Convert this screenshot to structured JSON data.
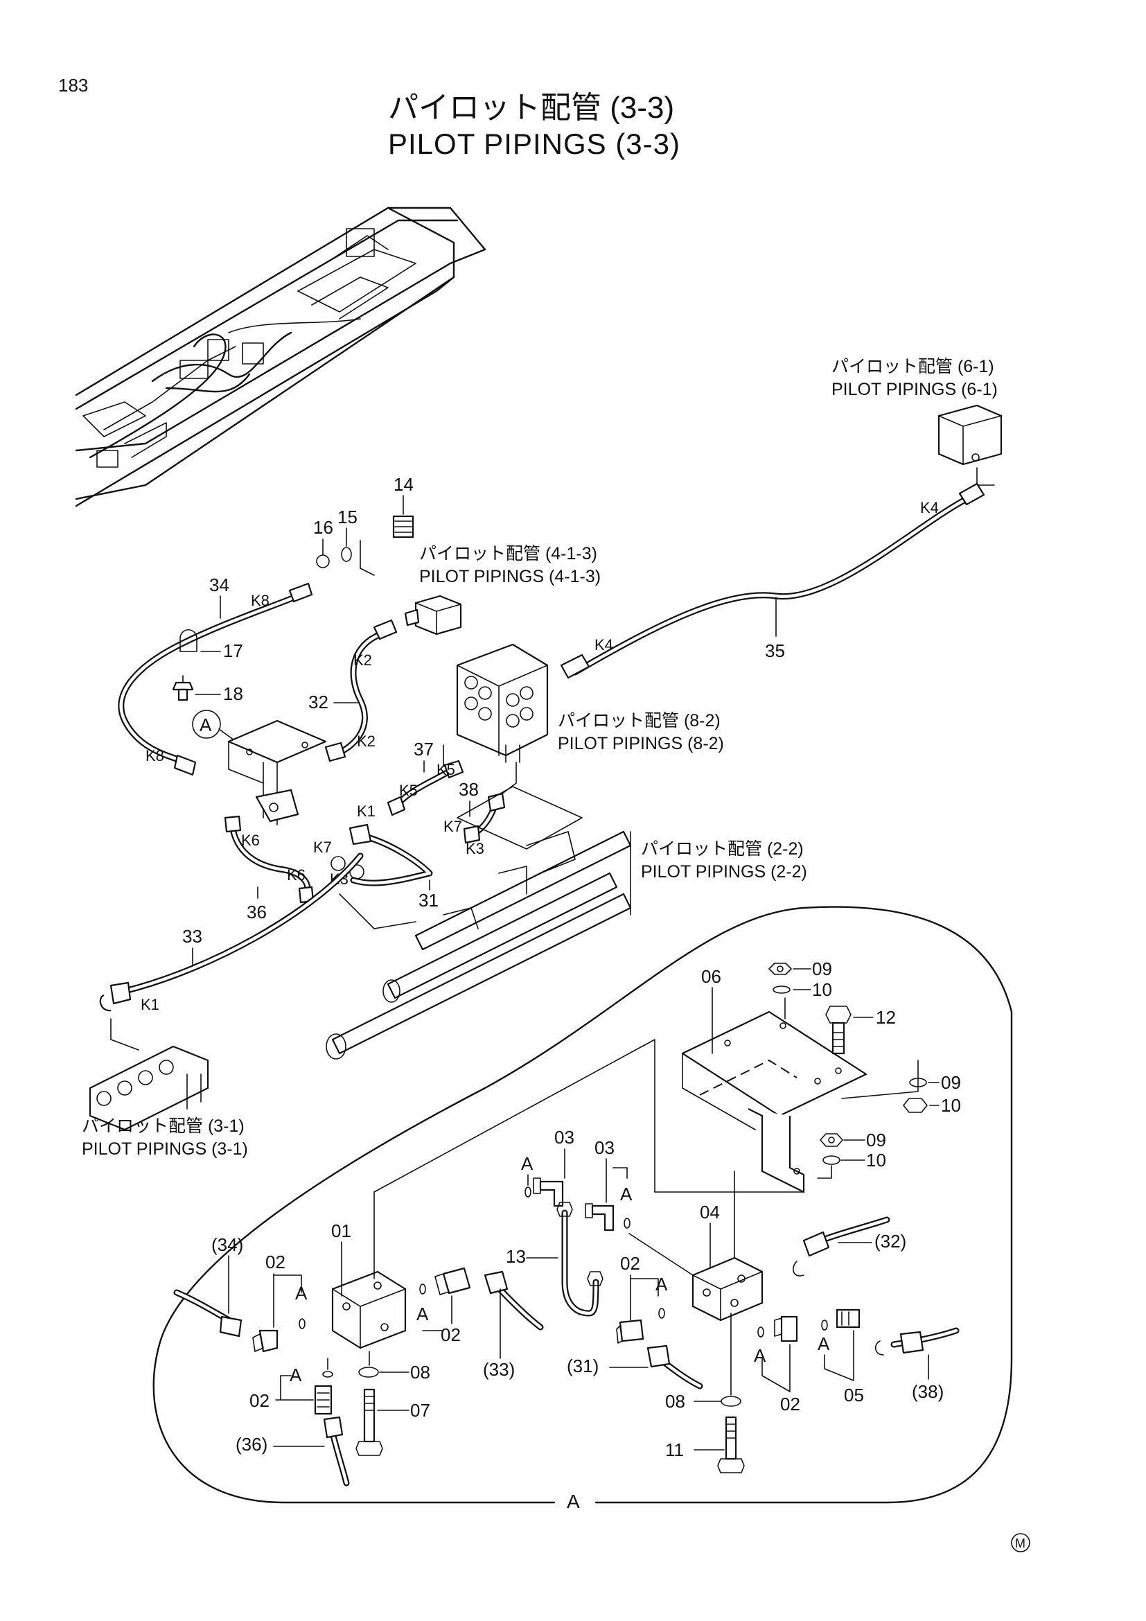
{
  "page_number": "183",
  "title_jp": "パイロット配管 (3-3)",
  "title_en": "PILOT PIPINGS (3-3)",
  "refs": {
    "r61": {
      "jp": "パイロット配管 (6-1)",
      "en": "PILOT PIPINGS (6-1)"
    },
    "r413": {
      "jp": "パイロット配管 (4-1-3)",
      "en": "PILOT PIPINGS (4-1-3)"
    },
    "r82": {
      "jp": "パイロット配管 (8-2)",
      "en": "PILOT PIPINGS (8-2)"
    },
    "r22": {
      "jp": "パイロット配管 (2-2)",
      "en": "PILOT PIPINGS (2-2)"
    },
    "r31": {
      "jp": "パイロット配管 (3-1)",
      "en": "PILOT PIPINGS (3-1)"
    }
  },
  "upper_labels": {
    "p14": "14",
    "p15": "15",
    "p16": "16",
    "p17": "17",
    "p18": "18",
    "p31": "31",
    "p32": "32",
    "p33": "33",
    "p34": "34",
    "p35": "35",
    "p36": "36",
    "p37": "37",
    "p38": "38",
    "k1a": "K1",
    "k1b": "K1",
    "k2a": "K2",
    "k2b": "K2",
    "k3a": "K3",
    "k3b": "K3",
    "k4a": "K4",
    "k4b": "K4",
    "k5a": "K5",
    "k5b": "K5",
    "k6a": "K6",
    "k6b": "K6",
    "k7a": "K7",
    "k7b": "K7",
    "k8a": "K8",
    "k8b": "K8",
    "detail_marker": "A"
  },
  "detail_labels": {
    "d01": "01",
    "d02a": "02",
    "d02b": "02",
    "d02c": "02",
    "d02d": "02",
    "d02e": "02",
    "d03a": "03",
    "d03b": "03",
    "d04": "04",
    "d05": "05",
    "d06": "06",
    "d07": "07",
    "d08a": "08",
    "d08b": "08",
    "d09a": "09",
    "d09b": "09",
    "d09c": "09",
    "d10a": "10",
    "d10b": "10",
    "d10c": "10",
    "d11": "11",
    "d12": "12",
    "d13": "13",
    "c31": "(31)",
    "c32": "(32)",
    "c33": "(33)",
    "c34": "(34)",
    "c36": "(36)",
    "c38": "(38)",
    "a1": "A",
    "a2": "A",
    "a3": "A",
    "a4": "A",
    "a5": "A",
    "a6": "A",
    "a7": "A",
    "detail_title": "A"
  },
  "stamp": "M"
}
